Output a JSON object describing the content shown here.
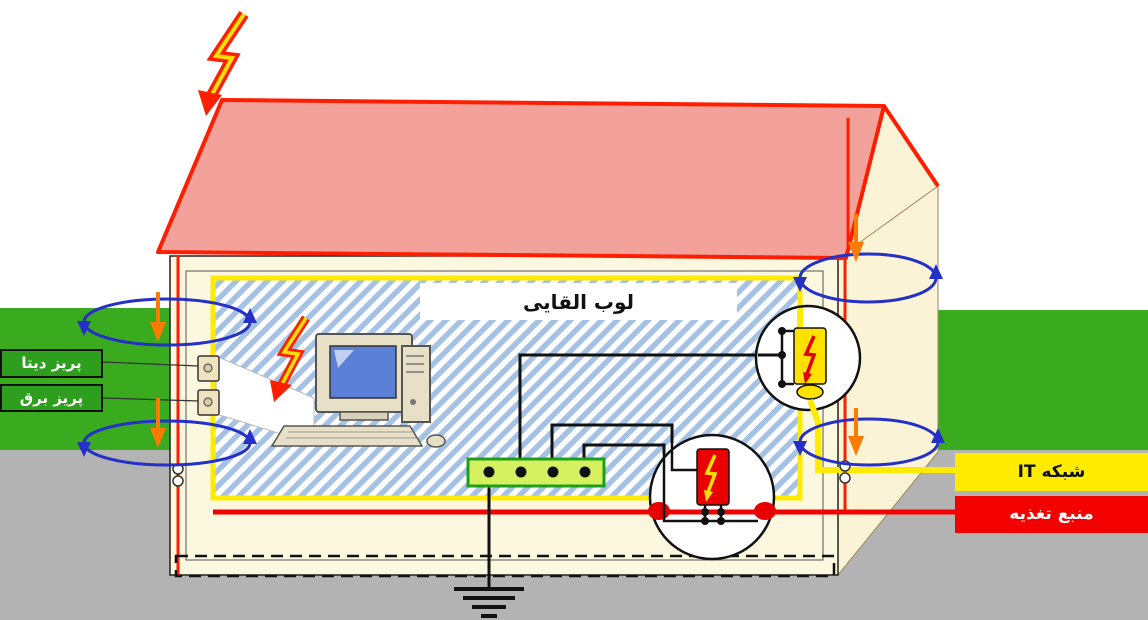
{
  "labels": {
    "induced_loop": "لوب القایی",
    "data_outlet": "پریز دیتا",
    "power_outlet": "پریز برق",
    "it_network": "شبکه IT",
    "power_supply": "منبع تغذیه"
  },
  "colors": {
    "roof_fill": "#F2A29A",
    "roof_border": "#FF1E00",
    "grass_green": "#3AAB1E",
    "ground_gray": "#B3B3B3",
    "wall_cream": "#FCF7DF",
    "hatch_blue": "#A5C2E5",
    "it_line_yellow": "#FFEB00",
    "power_line_red": "#F30000",
    "induction_loop_blue": "#2430C8",
    "surge_arrow_orange": "#FF7A00",
    "bonding_bar_green": "#1CA01C",
    "spd_it_yellow": "#FFE100",
    "spd_power_red": "#EA0000"
  },
  "icons": [
    "lightning-strike-icon",
    "induced-surge-lightning-icon",
    "induction-loop-ellipse-icon",
    "surge-current-arrow-icon",
    "spd-it-device-icon",
    "spd-power-device-icon",
    "earth-ground-symbol-icon",
    "equipotential-bonding-bar",
    "computer-workstation",
    "data-socket",
    "power-socket",
    "foundation-earth-electrode"
  ]
}
